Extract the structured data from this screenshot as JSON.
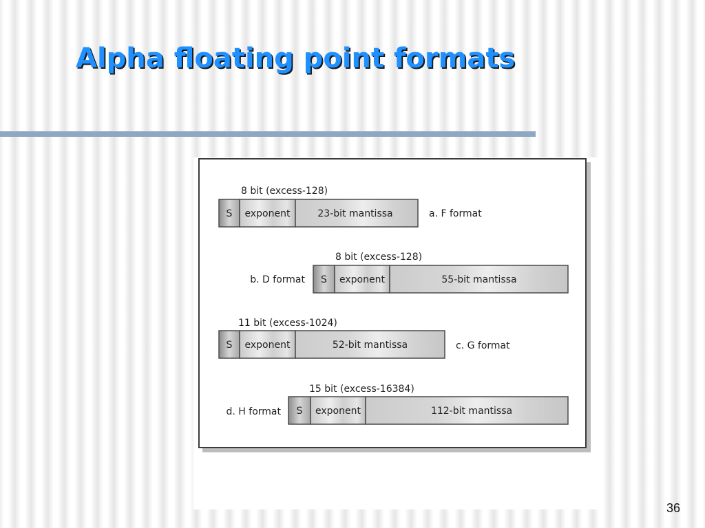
{
  "slide": {
    "title": "Alpha floating point formats",
    "page_number": "36"
  },
  "formats": [
    {
      "caption": "a. F format",
      "exponent_note": "8 bit (excess-128)",
      "sign": "S",
      "exponent": "exponent",
      "mantissa": "23-bit mantissa"
    },
    {
      "caption": "b. D format",
      "exponent_note": "8 bit (excess-128)",
      "sign": "S",
      "exponent": "exponent",
      "mantissa": "55-bit mantissa"
    },
    {
      "caption": "c. G format",
      "exponent_note": "11 bit (excess-1024)",
      "sign": "S",
      "exponent": "exponent",
      "mantissa": "52-bit mantissa"
    },
    {
      "caption": "d. H format",
      "exponent_note": "15 bit (excess-16384)",
      "sign": "S",
      "exponent": "exponent",
      "mantissa": "112-bit mantissa"
    }
  ]
}
